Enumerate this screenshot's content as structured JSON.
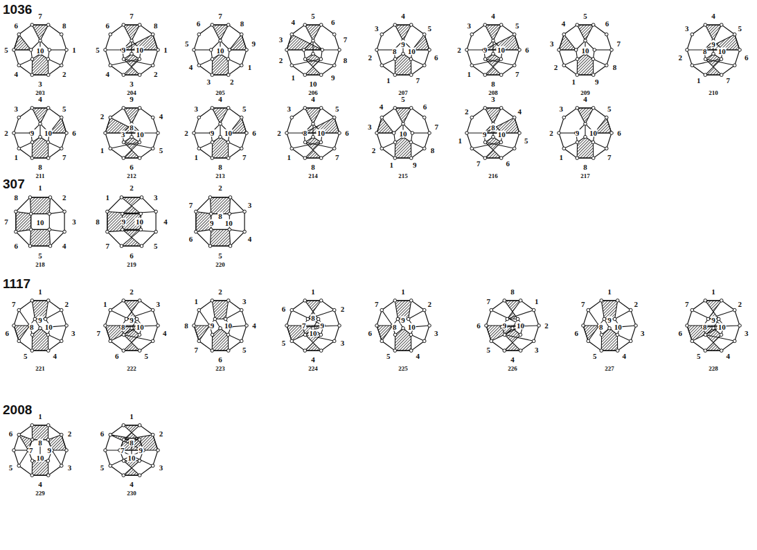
{
  "diagram": {
    "labels": [
      "1036",
      "7",
      "8",
      "1",
      "2",
      "3",
      "4",
      "5",
      "6",
      "10",
      "203",
      "7",
      "8",
      "1",
      "2",
      "3",
      "4",
      "5",
      "6",
      "9",
      "10",
      "204",
      "7",
      "8",
      "9",
      "1",
      "2",
      "3",
      "4",
      "5",
      "6",
      "10",
      "205",
      "5",
      "6",
      "7",
      "8",
      "9",
      "10",
      "1",
      "2",
      "3",
      "4",
      "206",
      "4",
      "5",
      "6",
      "7",
      "1",
      "2",
      "3",
      "8",
      "9",
      "10",
      "207",
      "4",
      "5",
      "6",
      "7",
      "8",
      "1",
      "2",
      "3",
      "9",
      "10",
      "208",
      "5",
      "6",
      "7",
      "8",
      "9",
      "1",
      "2",
      "3",
      "4",
      "10",
      "209",
      "4",
      "5",
      "6",
      "7",
      "1",
      "2",
      "3",
      "8",
      "9",
      "10",
      "210",
      "4",
      "5",
      "6",
      "7",
      "8",
      "1",
      "2",
      "3",
      "9",
      "10",
      "211",
      "9",
      "4",
      "5",
      "6",
      "1",
      "2",
      "3",
      "8",
      "10",
      "212",
      "4",
      "5",
      "6",
      "7",
      "8",
      "1",
      "2",
      "3",
      "9",
      "10",
      "213",
      "4",
      "5",
      "6",
      "7",
      "8",
      "1",
      "2",
      "3",
      "8",
      "10",
      "214",
      "5",
      "6",
      "7",
      "8",
      "9",
      "1",
      "2",
      "3",
      "4",
      "10",
      "215",
      "3",
      "4",
      "5",
      "6",
      "7",
      "1",
      "2",
      "9",
      "8",
      "10",
      "216",
      "4",
      "5",
      "6",
      "7",
      "8",
      "1",
      "2",
      "3",
      "9",
      "10",
      "217",
      "307",
      "1",
      "2",
      "3",
      "4",
      "5",
      "6",
      "7",
      "8",
      "10",
      "218",
      "2",
      "3",
      "4",
      "5",
      "6",
      "7",
      "8",
      "1",
      "9",
      "10",
      "219",
      "2",
      "3",
      "4",
      "5",
      "6",
      "7",
      "9",
      "8",
      "10",
      "220",
      "1117",
      "1",
      "2",
      "3",
      "4",
      "5",
      "6",
      "7",
      "8",
      "9",
      "10",
      "221",
      "2",
      "3",
      "4",
      "5",
      "6",
      "7",
      "1",
      "8",
      "9",
      "10",
      "222",
      "2",
      "3",
      "4",
      "5",
      "6",
      "7",
      "8",
      "1",
      "9",
      "10",
      "223",
      "1",
      "2",
      "3",
      "4",
      "5",
      "6",
      "7",
      "8",
      "9",
      "10",
      "224",
      "1",
      "2",
      "3",
      "4",
      "5",
      "6",
      "7",
      "8",
      "9",
      "10",
      "225",
      "8",
      "1",
      "2",
      "3",
      "4",
      "5",
      "6",
      "7",
      "9",
      "10",
      "226",
      "1",
      "2",
      "3",
      "4",
      "5",
      "6",
      "7",
      "8",
      "9",
      "10",
      "227",
      "1",
      "2",
      "3",
      "4",
      "5",
      "6",
      "7",
      "8",
      "9",
      "10",
      "228",
      "2008",
      "1",
      "2",
      "3",
      "4",
      "5",
      "6",
      "7",
      "8",
      "9",
      "10",
      "229",
      "1",
      "2",
      "3",
      "4",
      "5",
      "6",
      "7",
      "8",
      "9",
      "10",
      "230"
    ]
  }
}
